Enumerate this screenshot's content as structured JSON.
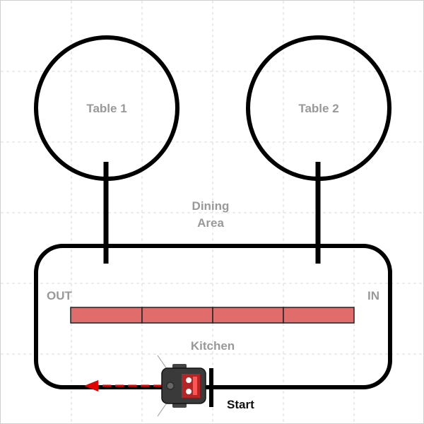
{
  "map": {
    "tables": [
      {
        "label": "Table 1"
      },
      {
        "label": "Table 2"
      }
    ],
    "dining_label_line1": "Dining",
    "dining_label_line2": "Area",
    "out_label": "OUT",
    "in_label": "IN",
    "kitchen_label": "Kitchen",
    "start_label": "Start",
    "counter_segments": 4,
    "colors": {
      "track": "#000000",
      "counter": "#e06c6c",
      "label": "#999999",
      "arrow": "#e00000",
      "robot_body": "#333333",
      "robot_parts": "#cc2222",
      "grid": "#d8d8d8"
    }
  }
}
